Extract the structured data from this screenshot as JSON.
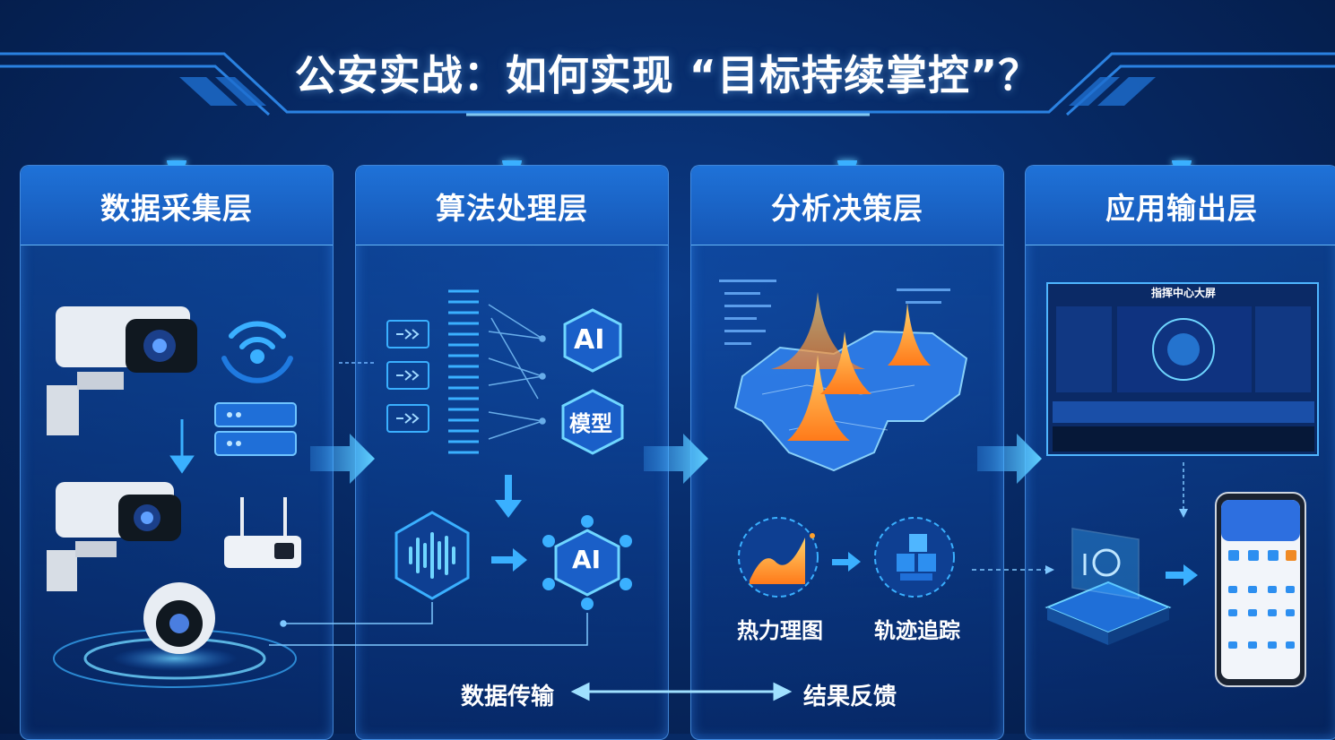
{
  "title": "公安实战：如何实现 “目标持续掌控”？",
  "layers": [
    {
      "title": "数据采集层"
    },
    {
      "title": "算法处理层"
    },
    {
      "title": "分析决策层"
    },
    {
      "title": "应用输出层"
    }
  ],
  "algo": {
    "ai_label": "AI",
    "model_label": "模型",
    "ai_label2": "AI"
  },
  "analysis": {
    "heatmap_label": "热力理图",
    "track_label": "轨迹追踪"
  },
  "output": {
    "screen_title": "指挥中心大屏"
  },
  "flow": {
    "transfer_label": "数据传输",
    "feedback_label": "结果反馈"
  },
  "colors": {
    "accent": "#3ab0ff",
    "panel_head": "#1a63c8",
    "heat": "#ffa12b"
  }
}
